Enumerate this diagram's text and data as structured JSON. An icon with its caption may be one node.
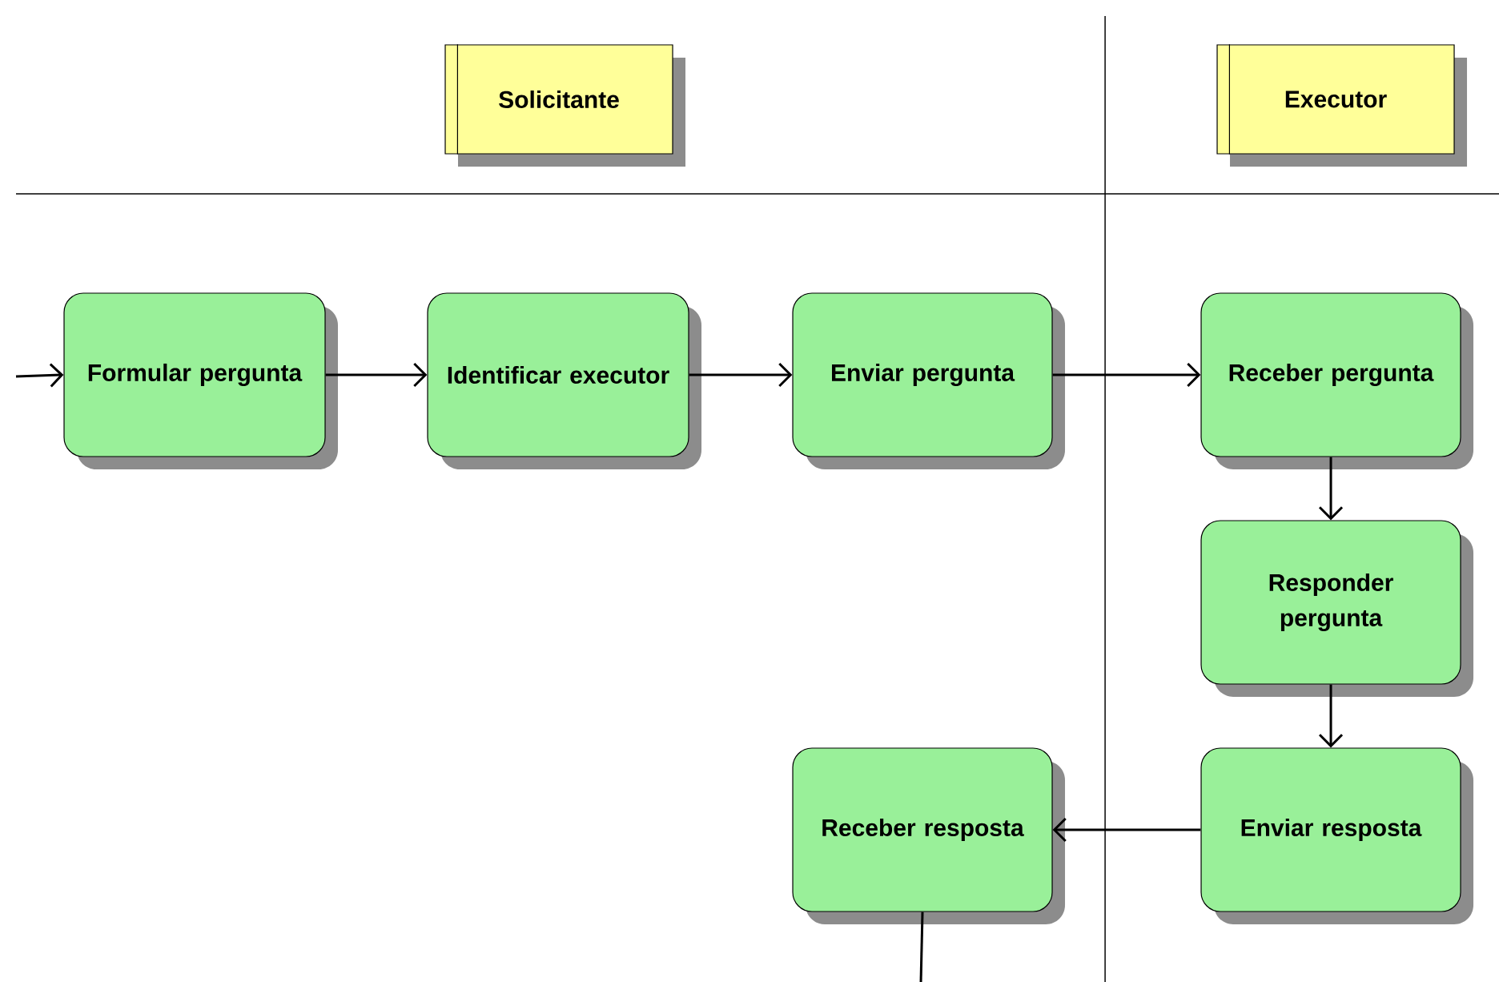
{
  "diagram": {
    "nodes": [
      {
        "text": [
          "Solicitante"
        ]
      },
      {
        "text": [
          "Executor"
        ]
      },
      {
        "text": [
          "Formular pergunta"
        ]
      },
      {
        "text": [
          "Identificar executor"
        ]
      },
      {
        "text": [
          "Enviar pergunta"
        ]
      },
      {
        "text": [
          "Receber pergunta"
        ]
      },
      {
        "text": [
          "Responder pergunta"
        ]
      },
      {
        "text": [
          "Enviar resposta"
        ]
      },
      {
        "text": [
          "Receber resposta"
        ]
      }
    ],
    "edges": [
      {
        "from": null,
        "to": 2,
        "arrow": "to"
      },
      {
        "from": 2,
        "to": 3,
        "arrow": "to"
      },
      {
        "from": 3,
        "to": 4,
        "arrow": "to"
      },
      {
        "from": 4,
        "to": 5,
        "arrow": "to"
      },
      {
        "from": 5,
        "to": 6,
        "arrow": "to"
      },
      {
        "from": 6,
        "to": 7,
        "arrow": "to"
      },
      {
        "from": 7,
        "to": 8,
        "arrow": "to"
      },
      {
        "from": 8,
        "to": null,
        "arrow": "none"
      }
    ]
  }
}
